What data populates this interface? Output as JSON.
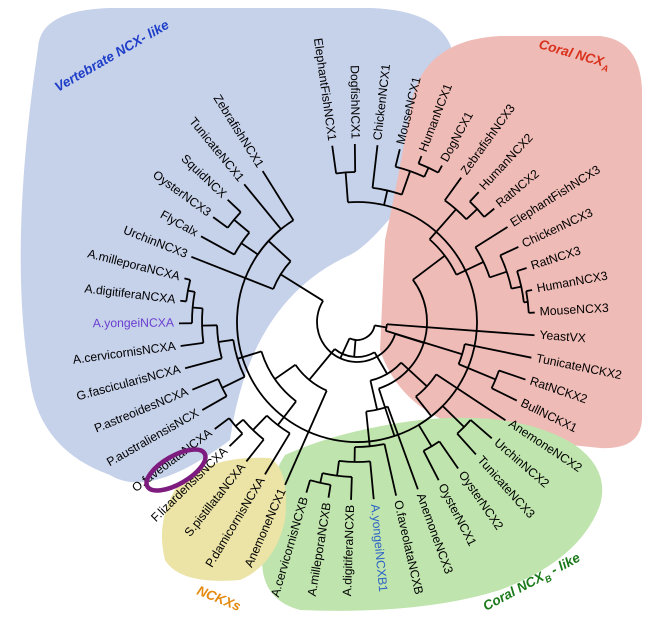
{
  "groups": {
    "vertebrate": {
      "label": "Vertebrate NCX- like",
      "color": "#1f3fc8",
      "fill": "#c6d1ea"
    },
    "coral_a": {
      "label": "Coral NCX",
      "sub": "A",
      "color": "#d8321c",
      "fill": "#efbbb6"
    },
    "coral_b": {
      "label": "Coral NCX",
      "sub": "B",
      "label_suffix": " - like",
      "color": "#1a7a1a",
      "fill": "#bfe4ad"
    },
    "nckx": {
      "label": "NCKXs",
      "color": "#e58a10",
      "fill": "#ece3a6"
    }
  },
  "highlight": {
    "label": "YeastVX",
    "ring_color": "#7d1b7e"
  },
  "leaves": [
    {
      "id": "ElephantFishNCX1",
      "label": "ElephantFishNCX1",
      "color": "#000000"
    },
    {
      "id": "DogfishNCX1",
      "label": "DogfishNCX1",
      "color": "#000000"
    },
    {
      "id": "ChickenNCX1",
      "label": "ChickenNCX1",
      "color": "#000000"
    },
    {
      "id": "MouseNCX1",
      "label": "MouseNCX1",
      "color": "#000000"
    },
    {
      "id": "HumanNCX1",
      "label": "HumanNCX1",
      "color": "#000000"
    },
    {
      "id": "DogNCX1",
      "label": "DogNCX1",
      "color": "#000000"
    },
    {
      "id": "ZebrafishNCX3",
      "label": "ZebrafishNCX3",
      "color": "#000000"
    },
    {
      "id": "HumanNCX2",
      "label": "HumanNCX2",
      "color": "#000000"
    },
    {
      "id": "RatNCX2",
      "label": "RatNCX2",
      "color": "#000000"
    },
    {
      "id": "ElephantFishNCX3",
      "label": "ElephantFishNCX3",
      "color": "#000000"
    },
    {
      "id": "ChickenNCX3",
      "label": "ChickenNCX3",
      "color": "#000000"
    },
    {
      "id": "RatNCX3",
      "label": "RatNCX3",
      "color": "#000000"
    },
    {
      "id": "HumanNCX3",
      "label": "HumanNCX3",
      "color": "#000000"
    },
    {
      "id": "MouseNCX3",
      "label": "MouseNCX3",
      "color": "#000000"
    },
    {
      "id": "YeastVX",
      "label": "YeastVX",
      "color": "#000000"
    },
    {
      "id": "TunicateNCKX2",
      "label": "TunicateNCKX2",
      "color": "#000000"
    },
    {
      "id": "RatNCKX2",
      "label": "RatNCKX2",
      "color": "#000000"
    },
    {
      "id": "BullNCKX1",
      "label": "BullNCKX1",
      "color": "#000000"
    },
    {
      "id": "AnemoneNCX2",
      "label": "AnemoneNCX2",
      "color": "#000000"
    },
    {
      "id": "UrchinNCX2",
      "label": "UrchinNCX2",
      "color": "#000000"
    },
    {
      "id": "TunicateNCX3",
      "label": "TunicateNCX3",
      "color": "#000000"
    },
    {
      "id": "OysterNCX2",
      "label": "OysterNCX2",
      "color": "#000000"
    },
    {
      "id": "OysterNCX1",
      "label": "OysterNCX1",
      "color": "#000000"
    },
    {
      "id": "AnemoneNCX3",
      "label": "AnemoneNCX3",
      "color": "#000000"
    },
    {
      "id": "O.faveolataNCXB",
      "label": "O.faveolataNCXB",
      "color": "#000000"
    },
    {
      "id": "A.yongeiNCXB1",
      "label": "A.yongeiNCXB1",
      "color": "#2b63c6"
    },
    {
      "id": "A.digitiferaNCXB",
      "label": "A.digitiferaNCXB",
      "color": "#000000"
    },
    {
      "id": "A.milleporaNCXB",
      "label": "A.milleporaNCXB",
      "color": "#000000"
    },
    {
      "id": "A.cervicornisNCXB",
      "label": "A.cervicornisNCXB",
      "color": "#000000"
    },
    {
      "id": "AnemoneNCX1",
      "label": "AnemoneNCX1",
      "color": "#000000"
    },
    {
      "id": "P.damicornisNCXA",
      "label": "P.damicornisNCXA",
      "color": "#000000"
    },
    {
      "id": "S.pistillataNCXA",
      "label": "S.pistillataNCXA",
      "color": "#000000"
    },
    {
      "id": "F.lizardensisNCXA",
      "label": "F.lizardensisNCXA",
      "color": "#000000"
    },
    {
      "id": "O.faveolataNCXA",
      "label": "O.faveolataNCXA",
      "color": "#000000"
    },
    {
      "id": "P.australiensisNCX",
      "label": "P.australiensisNCX",
      "color": "#000000"
    },
    {
      "id": "P.astreoidesNCXA",
      "label": "P.astreoidesNCXA",
      "color": "#000000"
    },
    {
      "id": "G.fascicularisNCXA",
      "label": "G.fascicularisNCXA",
      "color": "#000000"
    },
    {
      "id": "A.cervicornisNCXA",
      "label": "A.cervicornisNCXA",
      "color": "#000000"
    },
    {
      "id": "A.yongeiNCXA",
      "label": "A.yongeiNCXA",
      "color": "#6a3fd0"
    },
    {
      "id": "A.digitiferaNCXA",
      "label": "A.digitiferaNCXA",
      "color": "#000000"
    },
    {
      "id": "A.milleporaNCXA",
      "label": "A.milleporaNCXA",
      "color": "#000000"
    },
    {
      "id": "UrchinNCX3",
      "label": "UrchinNCX3",
      "color": "#000000"
    },
    {
      "id": "FlyCalx",
      "label": "FlyCalx",
      "color": "#000000"
    },
    {
      "id": "OysterNCX3",
      "label": "OysterNCX3",
      "color": "#000000"
    },
    {
      "id": "SquidNCX",
      "label": "SquidNCX",
      "color": "#000000"
    },
    {
      "id": "TunicateNCX1",
      "label": "TunicateNCX1",
      "color": "#000000"
    },
    {
      "id": "ZebrafishNCX1",
      "label": "ZebrafishNCX1",
      "color": "#000000"
    }
  ]
}
